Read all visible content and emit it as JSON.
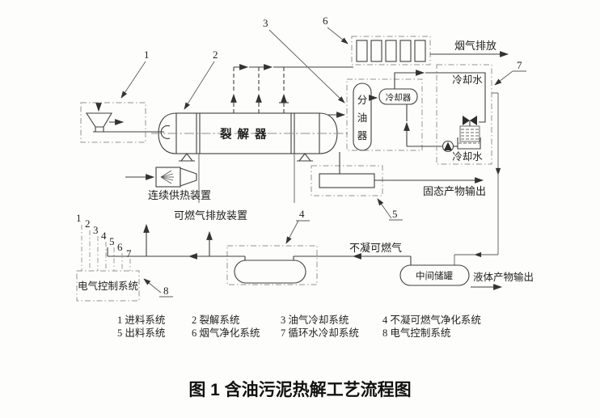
{
  "caption": "图 1 含油污泥热解工艺流程图",
  "equipment": {
    "pyrolyzer": "裂解器",
    "heater": "连续供热装置",
    "combustible_gas_vent": "可燃气排放装置",
    "oil_separator_chars": [
      "分",
      "油",
      "器"
    ],
    "cooler": "冷却器",
    "intermediate_tank": "中间储罐",
    "electric_control": "电气控制系统"
  },
  "streams": {
    "flue_gas_discharge": "烟气排放",
    "cooling_water_top": "冷却水",
    "cooling_water_bottom": "冷却水",
    "solid_product_output": "固态产物输出",
    "non_condensable_gas": "不凝可燃气",
    "liquid_product_output": "液体产物输出"
  },
  "callouts": [
    "1",
    "2",
    "3",
    "4",
    "5",
    "6",
    "7",
    "8"
  ],
  "control_signal_lines": [
    "1",
    "2",
    "3",
    "4",
    "5",
    "6",
    "7"
  ],
  "legend": {
    "row1": [
      "1 进料系统",
      "2 裂解系统",
      "3 油气冷却系统",
      "4 不凝可燃气净化系统"
    ],
    "row2": [
      "5 出料系统",
      "6 烟气净化系统",
      "7 循环水冷却系统",
      "8 电气控制系统"
    ]
  }
}
